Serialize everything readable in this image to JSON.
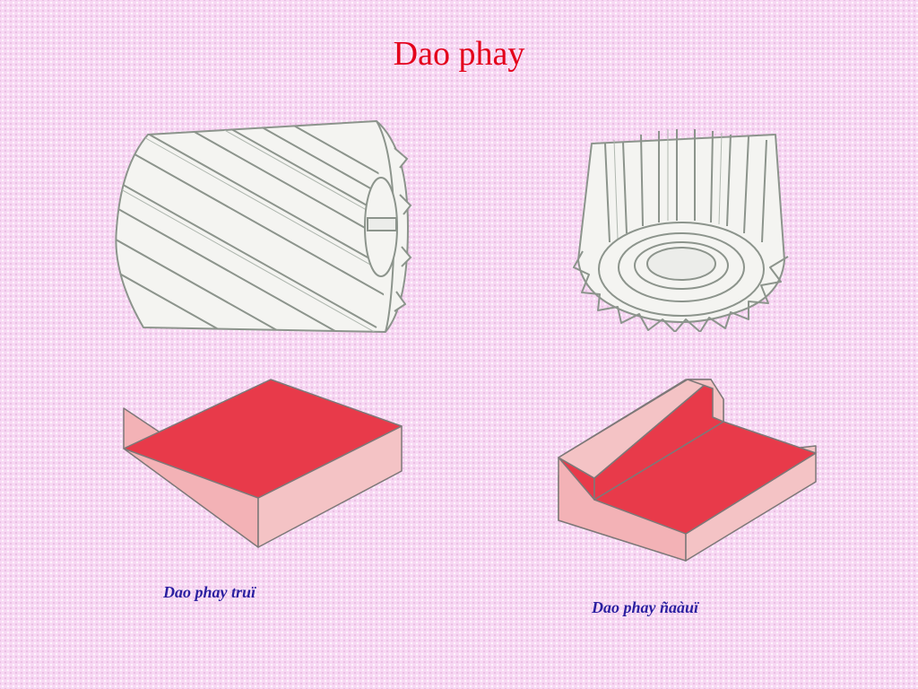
{
  "slide": {
    "title": "Dao phay",
    "left": {
      "caption": "Dao phay truï"
    },
    "right": {
      "caption": "Dao phay ñaàuï"
    }
  },
  "colors": {
    "title": "#e3001b",
    "caption": "#2b1fa0",
    "cut_surface": "#e83a4a",
    "side_face": "#f3b2b6",
    "tool_fill": "#f4f4f1",
    "tool_outline": "#8c948c"
  }
}
